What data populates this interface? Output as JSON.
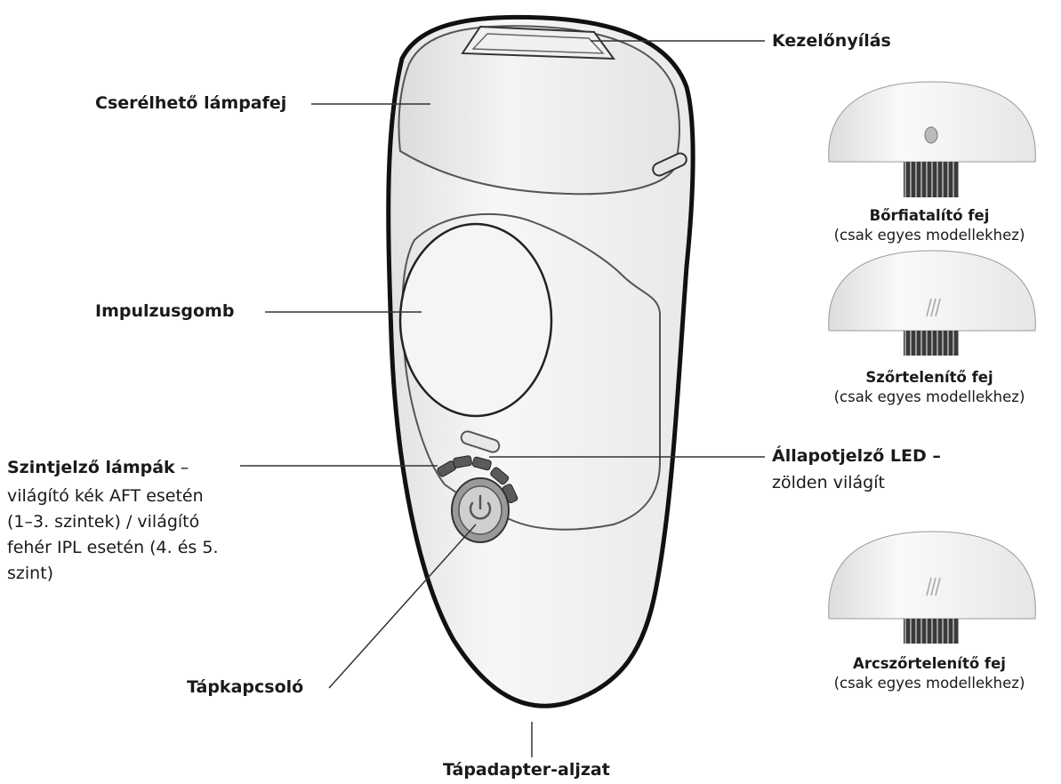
{
  "labels": {
    "lamp_head": "Cserélhető lámpafej",
    "treatment_window": "Kezelőnyílás",
    "pulse_button": "Impulzusgomb",
    "level_lights_title": "Szintjelző lámpák",
    "level_lights_dash": " –",
    "level_lights_desc": [
      "világító kék AFT esetén",
      "(1–3. szintek) / világító",
      "fehér IPL esetén (4. és 5.",
      "szint)"
    ],
    "status_led_title": "Állapotjelző LED –",
    "status_led_desc": "zölden világít",
    "power_switch": "Tápkapcsoló",
    "adapter_socket": "Tápadapter-aljzat"
  },
  "attachments": [
    {
      "title": "Bőrfiatalító fej",
      "subtitle": "(csak egyes modellekhez)",
      "icon": "skin-rejuvenation-icon"
    },
    {
      "title": "Szőrtelenítő fej",
      "subtitle": "(csak egyes modellekhez)",
      "icon": "hair-removal-icon"
    },
    {
      "title": "Arcszőrtelenítő fej",
      "subtitle": "(csak egyes modellekhez)",
      "icon": "hair-removal-icon"
    }
  ],
  "colors": {
    "outline": "#111111",
    "body": "#f2f2f2",
    "led_level": "#5a5a5a",
    "leader": "#333333"
  }
}
